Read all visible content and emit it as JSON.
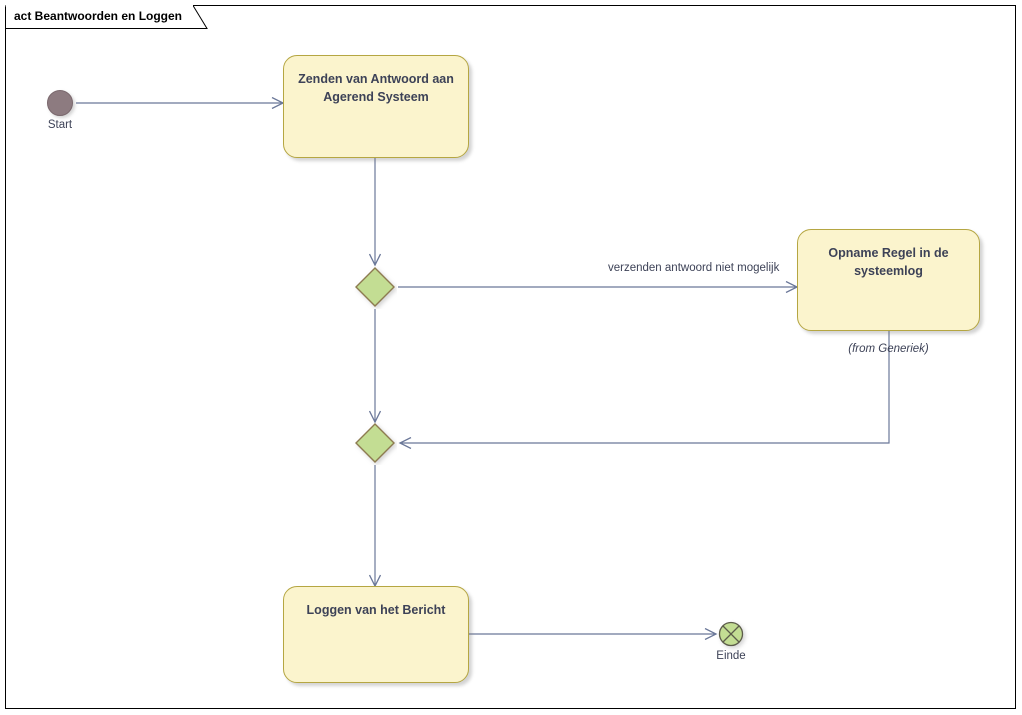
{
  "diagram": {
    "kind": "act",
    "title": "act Beantwoorden en Loggen",
    "frame_label": "act Beantwoorden en Loggen",
    "type": "uml-activity-diagram",
    "colors": {
      "action_fill": "#fbf4cd",
      "action_border": "#b5a642",
      "decision_fill": "#c3dd93",
      "decision_border": "#8d7b50",
      "initial_fill": "#8d7b80",
      "final_fill": "#c3dd93",
      "edge_stroke": "#6b7899",
      "text": "#3d4257",
      "frame_border": "#000000",
      "canvas": "#ffffff"
    }
  },
  "nodes": {
    "start": {
      "name": "initial-node",
      "label": "Start",
      "type": "initial"
    },
    "zenden": {
      "name": "action-zenden-antwoord",
      "label": "Zenden van Antwoord aan Agerend Systeem",
      "type": "action"
    },
    "decision1": {
      "name": "decision-node-1",
      "label": "",
      "type": "decision"
    },
    "opname": {
      "name": "action-opname-regel",
      "label": "Opname Regel in de systeemlog",
      "note": "(from Generiek)",
      "type": "action"
    },
    "decision2": {
      "name": "decision-node-2",
      "label": "",
      "type": "decision"
    },
    "loggen": {
      "name": "action-loggen-bericht",
      "label": "Loggen van het Bericht",
      "type": "action"
    },
    "einde": {
      "name": "final-node",
      "label": "Einde",
      "type": "final"
    }
  },
  "edges": [
    {
      "from": "start",
      "to": "zenden",
      "label": ""
    },
    {
      "from": "zenden",
      "to": "decision1",
      "label": ""
    },
    {
      "from": "decision1",
      "to": "opname",
      "label": "verzenden antwoord niet mogelijk"
    },
    {
      "from": "opname",
      "to": "decision2",
      "label": ""
    },
    {
      "from": "decision1",
      "to": "decision2",
      "label": ""
    },
    {
      "from": "decision2",
      "to": "loggen",
      "label": ""
    },
    {
      "from": "loggen",
      "to": "einde",
      "label": ""
    }
  ],
  "edge_labels": {
    "niet_mogelijk": "verzenden antwoord niet mogelijk"
  }
}
